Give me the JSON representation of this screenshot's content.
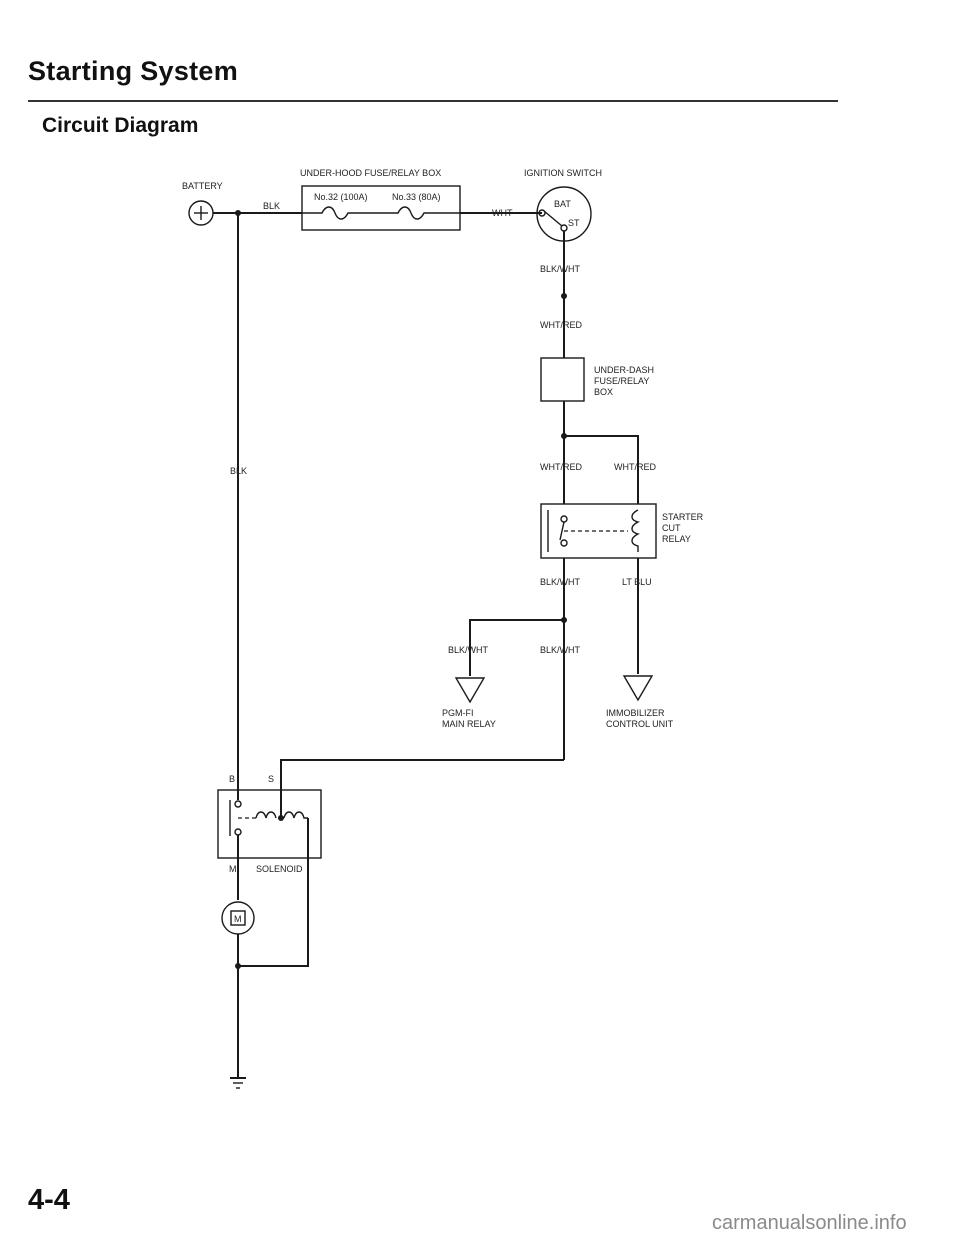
{
  "page": {
    "title": "Starting System",
    "subtitle": "Circuit Diagram",
    "page_number": "4-4",
    "watermark": "carmanualsonline.info"
  },
  "labels": {
    "battery": "BATTERY",
    "fuse_box": "UNDER-HOOD FUSE/RELAY BOX",
    "fuse1": "No.32 (100A)",
    "fuse2": "No.33 (80A)",
    "ignition_switch": "IGNITION SWITCH",
    "bat": "BAT",
    "st": "ST",
    "blk_top": "BLK",
    "wht": "WHT",
    "blk_wht_1": "BLK/WHT",
    "wht_red_1": "WHT/RED",
    "dash_box_1": "UNDER-DASH",
    "dash_box_2": "FUSE/RELAY",
    "dash_box_3": "BOX",
    "wht_red_2": "WHT/RED",
    "wht_red_3": "WHT/RED",
    "blk_left": "BLK",
    "relay_1": "STARTER",
    "relay_2": "CUT",
    "relay_3": "RELAY",
    "blk_wht_2": "BLK/WHT",
    "lt_blu": "LT BLU",
    "blk_wht_3": "BLK/WHT",
    "blk_wht_4": "BLK/WHT",
    "pgm_1": "PGM-FI",
    "pgm_2": "MAIN RELAY",
    "immo_1": "IMMOBILIZER",
    "immo_2": "CONTROL UNIT",
    "term_b": "B",
    "term_s": "S",
    "term_m": "M",
    "solenoid": "SOLENOID",
    "motor": "M"
  }
}
